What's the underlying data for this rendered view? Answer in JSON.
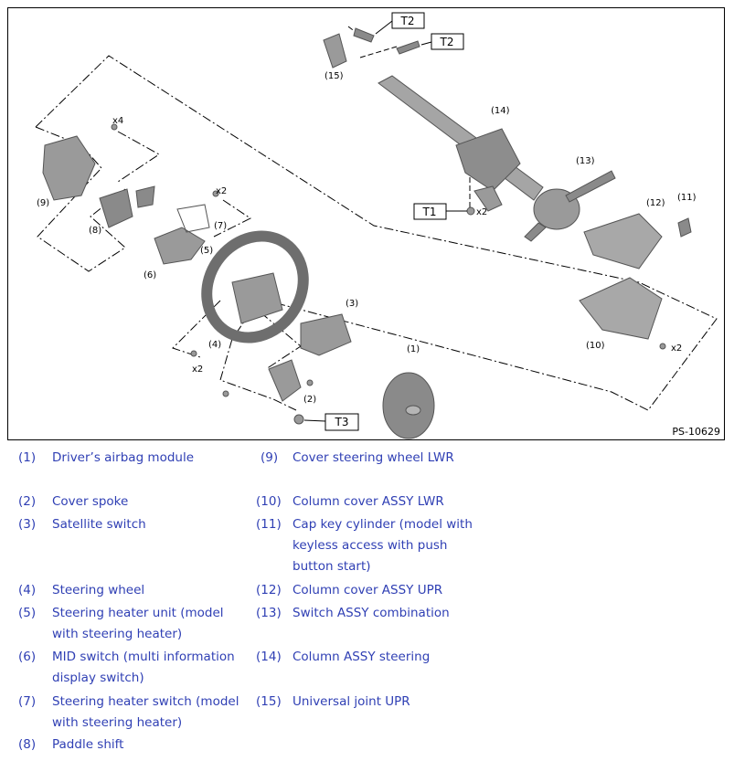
{
  "figure": {
    "id": "PS-10629",
    "callouts": {
      "n1": "(1)",
      "n2": "(2)",
      "n3": "(3)",
      "n4": "(4)",
      "n5": "(5)",
      "n6": "(6)",
      "n7": "(7)",
      "n8": "(8)",
      "n9": "(9)",
      "n10": "(10)",
      "n11": "(11)",
      "n12": "(12)",
      "n13": "(13)",
      "n14": "(14)",
      "n15": "(15)"
    },
    "torque_labels": {
      "t1": "T1",
      "t2a": "T2",
      "t2b": "T2",
      "t3": "T3"
    },
    "quantities": {
      "x4": "x4",
      "x2a": "x2",
      "x2b": "x2",
      "x2c": "x2",
      "x2d": "x2"
    }
  },
  "legend": {
    "items": [
      {
        "num": "(1)",
        "text": "Driver’s airbag module"
      },
      {
        "num": "(2)",
        "text": "Cover spoke"
      },
      {
        "num": "(3)",
        "text": "Satellite switch"
      },
      {
        "num": "(4)",
        "text": "Steering wheel"
      },
      {
        "num": "(5)",
        "text": "Steering heater unit (model",
        "text2": "with steering heater)"
      },
      {
        "num": "(6)",
        "text": "MID switch (multi information",
        "text2": "display switch)"
      },
      {
        "num": "(7)",
        "text": "Steering heater switch (model",
        "text2": "with steering heater)"
      },
      {
        "num": "(8)",
        "text": "Paddle shift"
      },
      {
        "num": "(9)",
        "text": "Cover steering wheel LWR"
      },
      {
        "num": "(10)",
        "text": "Column cover ASSY LWR"
      },
      {
        "num": "(11)",
        "text": "Cap key cylinder (model with",
        "text2": "keyless access with push",
        "text3": "button start)"
      },
      {
        "num": "(12)",
        "text": "Column cover ASSY UPR"
      },
      {
        "num": "(13)",
        "text": "Switch ASSY combination"
      },
      {
        "num": "(14)",
        "text": "Column ASSY steering"
      },
      {
        "num": "(15)",
        "text": "Universal joint UPR"
      }
    ]
  },
  "colors": {
    "legend_text": "#2f3fb4",
    "part_fill": "#9a9a9a",
    "part_dark": "#6e6e6e",
    "line": "#000000"
  }
}
